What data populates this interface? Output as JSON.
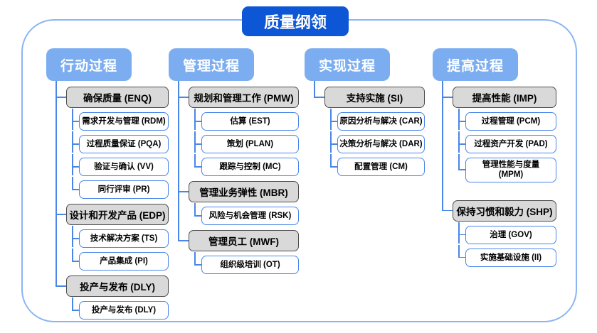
{
  "title": "质量纲领",
  "colors": {
    "title_bg": "#0d57d6",
    "header_bg": "#7badf0",
    "gray_fill": "#d9d9d9",
    "gray_border": "#4d4d4d",
    "white_border": "#4a86e8",
    "connector_line": "#4a86e8",
    "frame_border": "#8ab5f2"
  },
  "columns": [
    {
      "header": "行动过程",
      "branches": [
        {
          "label": "确保质量 (ENQ)",
          "children": [
            "需求开发与管理 (RDM)",
            "过程质量保证 (PQA)",
            "验证与确认 (VV)",
            "同行评审 (PR)"
          ]
        },
        {
          "label": "设计和开发产品 (EDP)",
          "children": [
            "技术解决方案 (TS)",
            "产品集成 (PI)"
          ]
        },
        {
          "label": "投产与发布 (DLY)",
          "children": [
            "投产与发布 (DLY)"
          ]
        }
      ]
    },
    {
      "header": "管理过程",
      "branches": [
        {
          "label": "规划和管理工作 (PMW)",
          "children": [
            "估算 (EST)",
            "策划 (PLAN)",
            "跟踪与控制 (MC)"
          ]
        },
        {
          "label": "管理业务弹性 (MBR)",
          "children": [
            "风险与机会管理 (RSK)"
          ]
        },
        {
          "label": "管理员工 (MWF)",
          "children": [
            "组织级培训 (OT)"
          ]
        }
      ]
    },
    {
      "header": "实现过程",
      "branches": [
        {
          "label": "支持实施 (SI)",
          "children": [
            "原因分析与解决 (CAR)",
            "决策分析与解决 (DAR)",
            "配置管理 (CM)"
          ]
        }
      ]
    },
    {
      "header": "提高过程",
      "branches": [
        {
          "label": "提高性能 (IMP)",
          "children": [
            "过程管理 (PCM)",
            "过程资产开发 (PAD)",
            "管理性能与度量\n(MPM)"
          ]
        },
        {
          "label": "保持习惯和毅力 (SHP)",
          "children": [
            "治理 (GOV)",
            "实施基础设施 (II)"
          ]
        }
      ]
    }
  ]
}
